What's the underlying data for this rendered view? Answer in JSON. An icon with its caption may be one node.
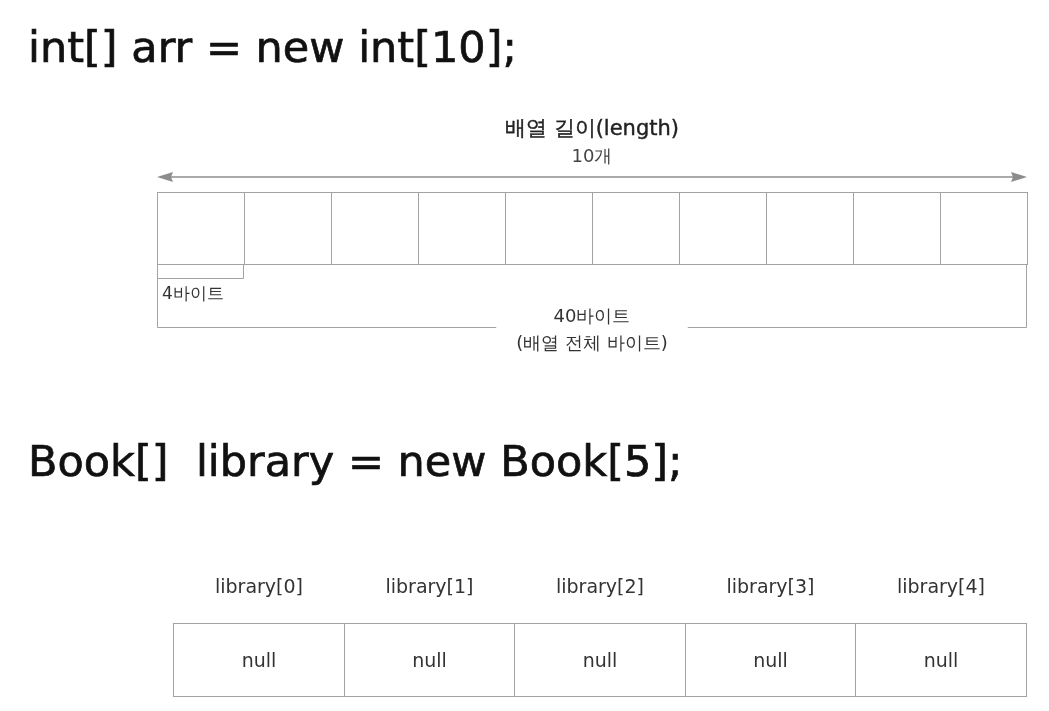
{
  "diagram": {
    "nodes": [
      {
        "text": [],
        "shape": "box"
      },
      {
        "text": [],
        "shape": "box"
      },
      {
        "text": [],
        "shape": "box"
      },
      {
        "text": [],
        "shape": "box"
      },
      {
        "text": [],
        "shape": "box"
      },
      {
        "text": [],
        "shape": "box"
      },
      {
        "text": [],
        "shape": "box"
      },
      {
        "text": [],
        "shape": "box"
      },
      {
        "text": [],
        "shape": "box"
      },
      {
        "text": [],
        "shape": "box"
      },
      {
        "text": [
          "null"
        ],
        "beside": [
          "library[0]"
        ]
      },
      {
        "text": [
          "null"
        ],
        "beside": [
          "library[1]"
        ]
      },
      {
        "text": [
          "null"
        ],
        "beside": [
          "library[2]"
        ]
      },
      {
        "text": [
          "null"
        ],
        "beside": [
          "library[3]"
        ]
      },
      {
        "text": [
          "null"
        ],
        "beside": [
          "library[4]"
        ]
      }
    ],
    "labels": [
      "int[] arr = new int[10];",
      "배열 길이(length)",
      "10개",
      "4바이트",
      "40바이트",
      "(배열 전체 바이트)",
      "Book[]  library = new Book[5];"
    ]
  }
}
